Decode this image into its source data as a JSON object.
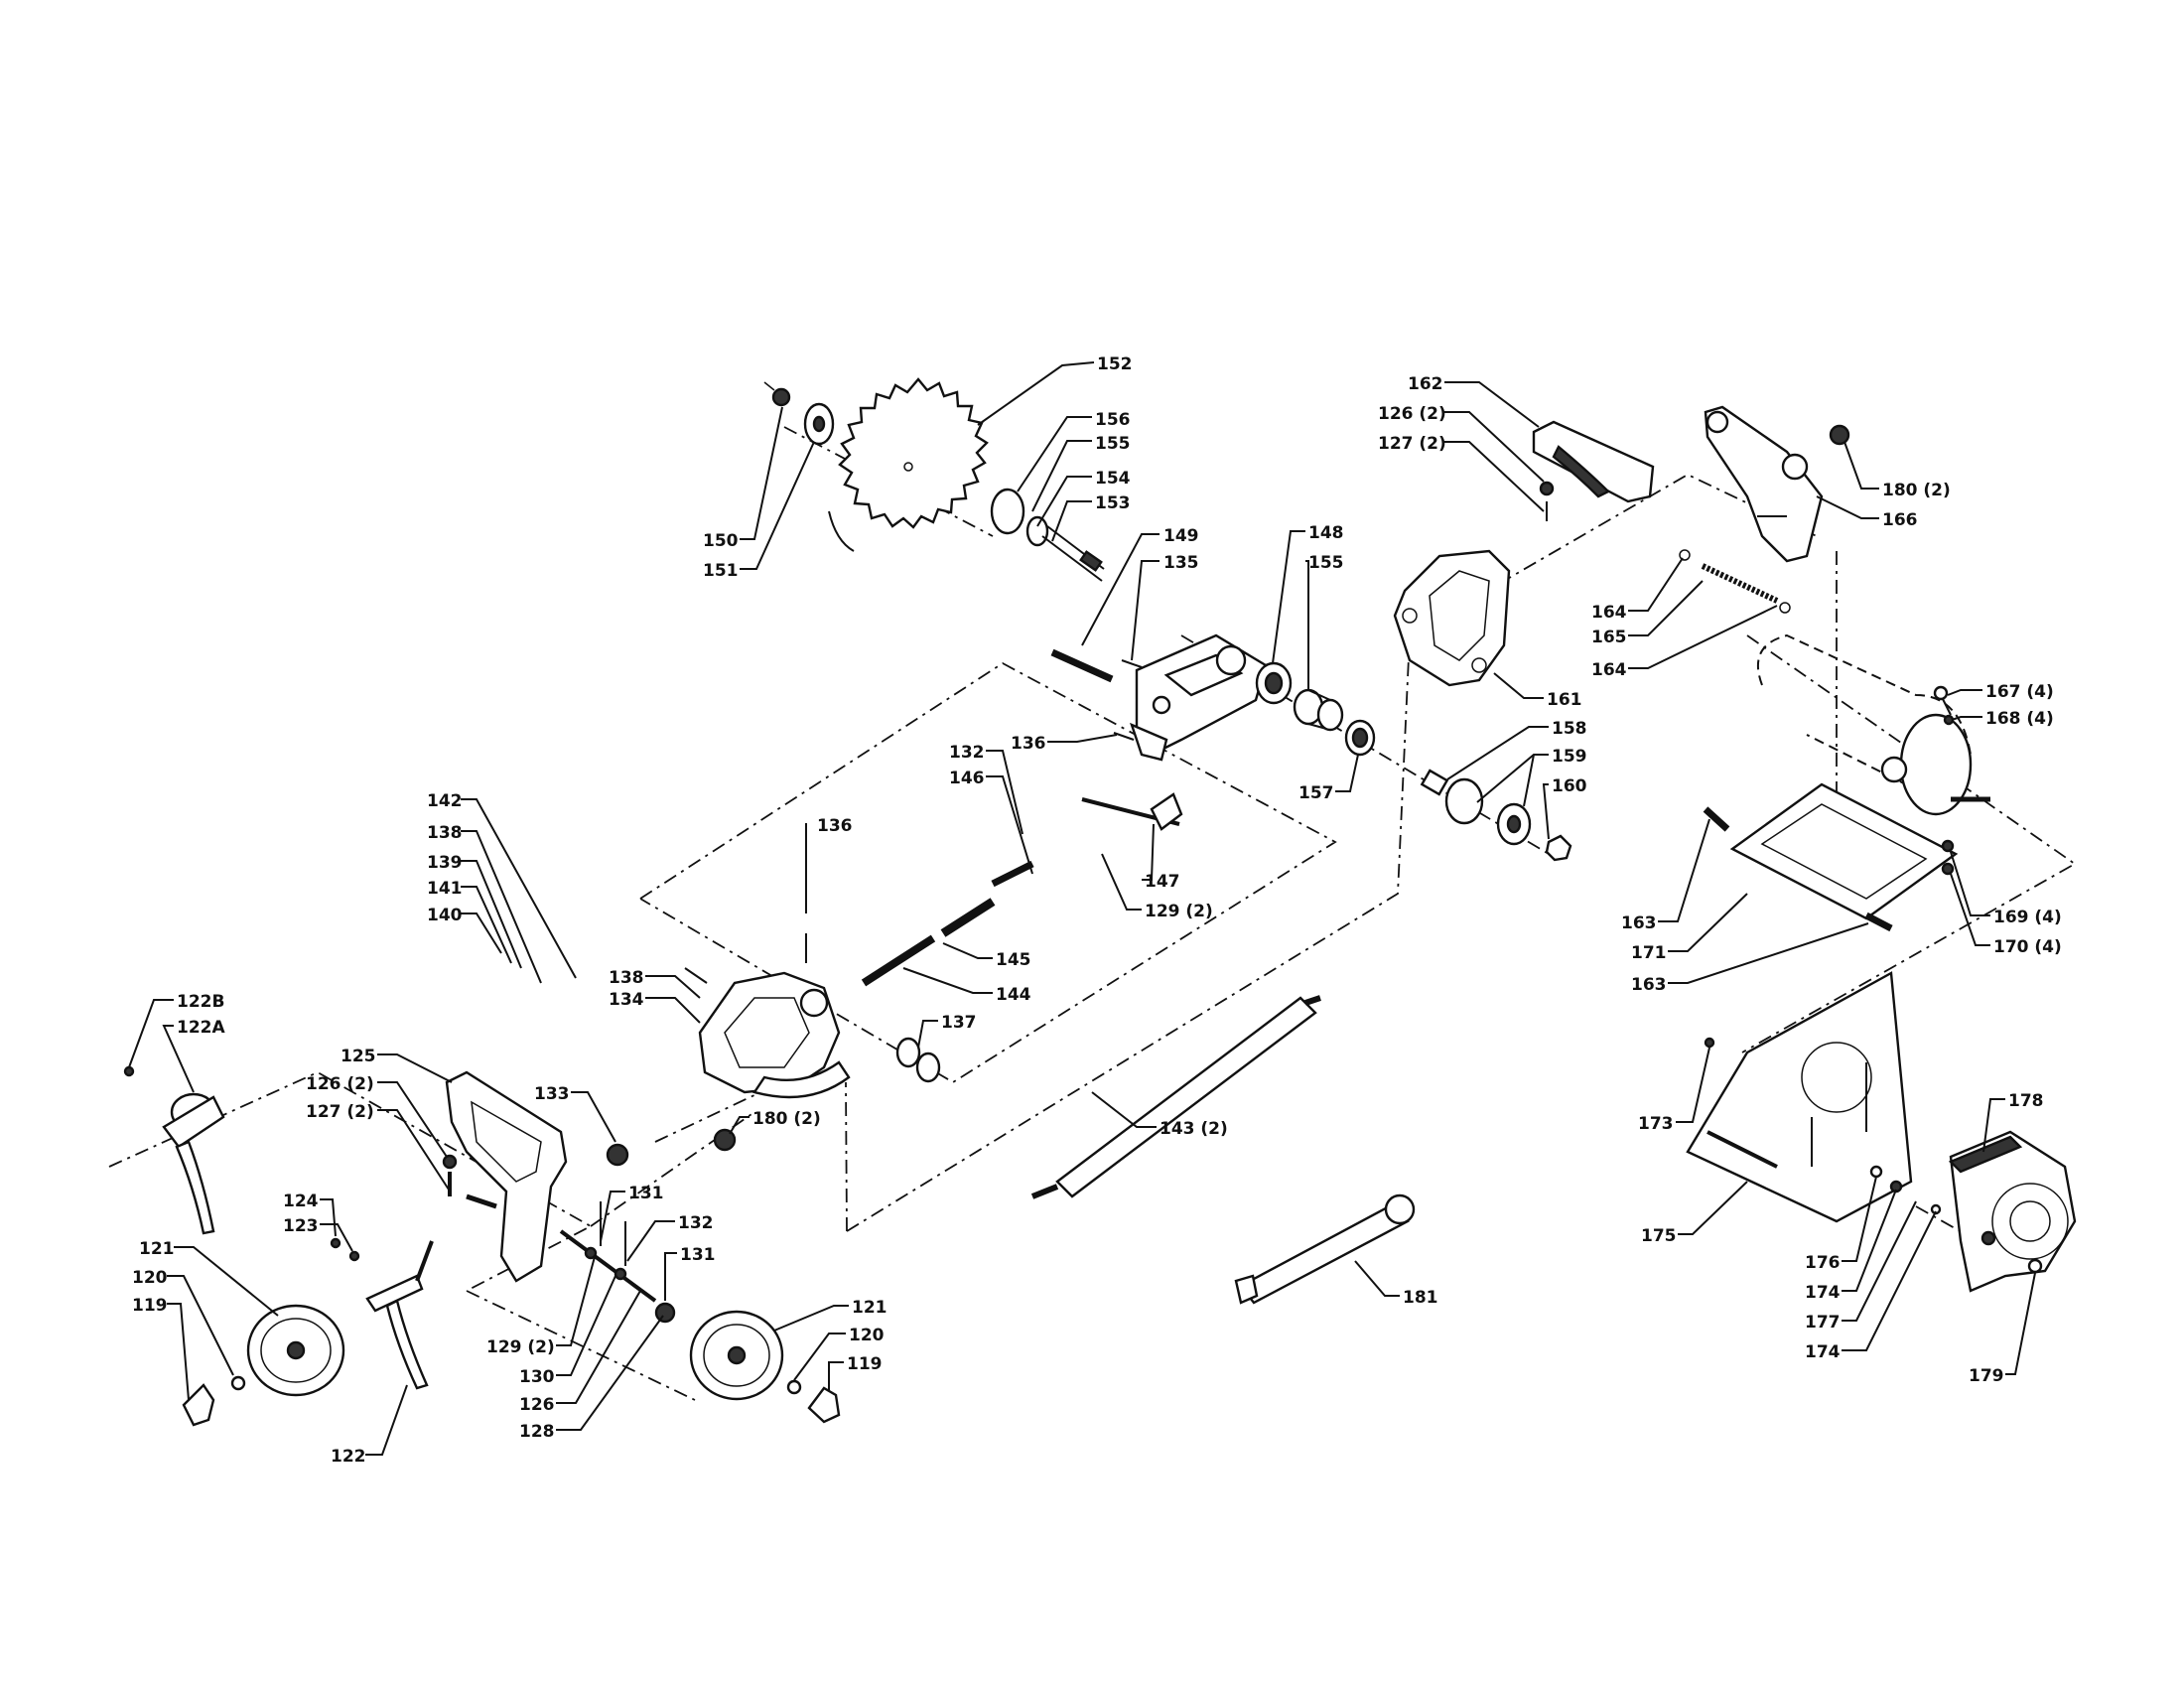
{
  "labels": {
    "l152": "152",
    "l156": "156",
    "l155a": "155",
    "l154": "154",
    "l153": "153",
    "l150": "150",
    "l151": "151",
    "l149": "149",
    "l135": "135",
    "l148": "148",
    "l155b": "155",
    "l136a": "136",
    "l157": "157",
    "l162": "162",
    "l126a": "126 (2)",
    "l127a": "127 (2)",
    "l180a": "180 (2)",
    "l166": "166",
    "l164a": "164",
    "l165": "165",
    "l164b": "164",
    "l161": "161",
    "l158": "158",
    "l159": "159",
    "l160": "160",
    "l167": "167 (4)",
    "l168": "168 (4)",
    "l163a": "163",
    "l171": "171",
    "l163b": "163",
    "l169": "169 (4)",
    "l170": "170 (4)",
    "l132a": "132",
    "l146": "146",
    "l147": "147",
    "l129a": "129 (2)",
    "l136b": "136",
    "l145": "145",
    "l144": "144",
    "l137": "137",
    "l142": "142",
    "l138": "138",
    "l139": "139",
    "l141": "141",
    "l140": "140",
    "l138b": "138",
    "l134": "134",
    "l122B": "122B",
    "l122A": "122A",
    "l125": "125",
    "l126b": "126 (2)",
    "l127b": "127 (2)",
    "l133": "133",
    "l180b": "180 (2)",
    "l143": "143 (2)",
    "l124": "124",
    "l123": "123",
    "l121a": "121",
    "l120a": "120",
    "l119a": "119",
    "l131a": "131",
    "l132b": "132",
    "l131b": "131",
    "l129b": "129 (2)",
    "l130": "130",
    "l126c": "126",
    "l128": "128",
    "l122": "122",
    "l121b": "121",
    "l120b": "120",
    "l119b": "119",
    "l181": "181",
    "l173": "173",
    "l175": "175",
    "l176": "176",
    "l174a": "174",
    "l177": "177",
    "l174b": "174",
    "l178": "178",
    "l179": "179"
  }
}
